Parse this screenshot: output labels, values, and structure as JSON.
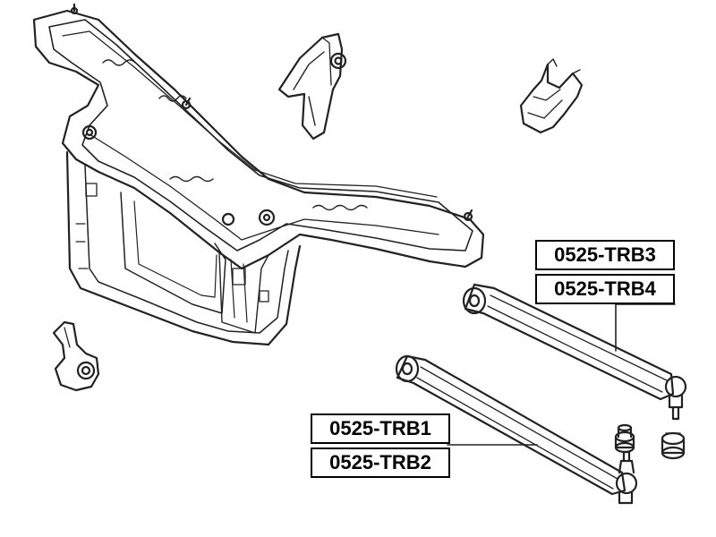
{
  "parts": {
    "trb3": "0525-TRB3",
    "trb4": "0525-TRB4",
    "trb1": "0525-TRB1",
    "trb2": "0525-TRB2"
  },
  "colors": {
    "line": "#222222",
    "background": "#ffffff"
  }
}
